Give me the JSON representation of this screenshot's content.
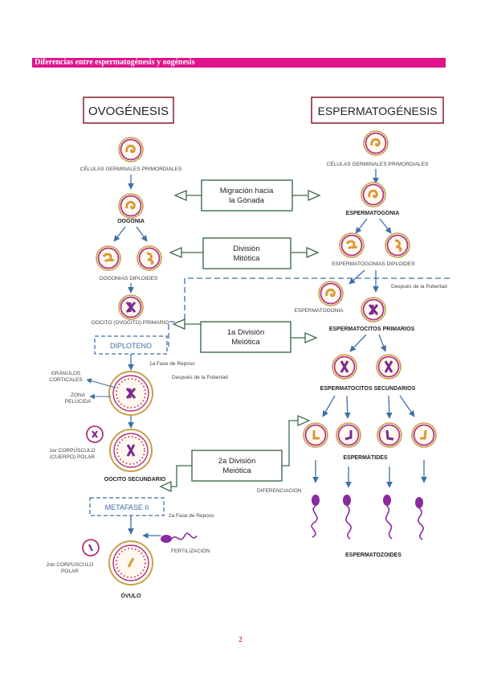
{
  "header": {
    "title": "Diferencias entre espermatogénesis y oogénesis"
  },
  "page_number": "2",
  "colors": {
    "banner": "#e0138c",
    "box_border": "#8b1a2a",
    "arrow_blue": "#3f6fa8",
    "process_green": "#3f6b4a",
    "cell_orange": "#d99a3a",
    "chromosome_purple": "#7a2a8f",
    "sperm_purple": "#8a2aa0"
  },
  "left": {
    "title": "OVOGÉNESIS",
    "pgc_label": "CÉLULAS GERMINALES PRIMORDIALES",
    "oogonia_label": "OOGONIA",
    "diploid_label": "OOGONIAS DIPLOIDES",
    "primary_label": "OOCITO (OVOCITO) PRIMARIO",
    "diploteno": "DIPLOTENO",
    "rest1": "1a Fase de Reposo",
    "puberty": "Después de la Pubertad",
    "granules": [
      "GRÁNULOS",
      "CORTICALES"
    ],
    "zona": [
      "ZONA",
      "PELÚCIDA"
    ],
    "polar1": [
      "1er CORPÚSCULO",
      "(CUERPO) POLAR"
    ],
    "secondary_label": "OOCITO SECUNDARIO",
    "metafase": "METAFASE II",
    "rest2": "2a Fase de Reposo",
    "fertilization": "FERTILIZACIÓN",
    "polar2": [
      "2do CORPÚSCULO",
      "POLAR"
    ],
    "ovum": "ÓVULO"
  },
  "right": {
    "title": "ESPERMATOGÉNESIS",
    "pgc_label": "CÉLULAS GERMINALES PRIMORDIALES",
    "spermatogonia_label": "ESPERMATOGONIA",
    "diploid_label": "ESPERMATOGONIAS DIPLOIDES",
    "puberty": "Después de la Pubertad",
    "spermatogonia2_label": "ESPERMATOGONIA",
    "primary_label": "ESPERMATOCITOS PRIMARIOS",
    "secondary_label": "ESPERMATOCITOS SECUNDARIOS",
    "spermatids_label": "ESPERMÁTIDES",
    "differentiation": "DIFERENCIACIÓN",
    "sperm_label": "ESPERMATOZOIDES"
  },
  "center": {
    "migration": [
      "Migración hacia",
      "la Gónada"
    ],
    "mitosis": [
      "División",
      "Mitótica"
    ],
    "meiosis1": [
      "1a División",
      "Meiótica"
    ],
    "meiosis2": [
      "2a División",
      "Meiótica"
    ]
  }
}
